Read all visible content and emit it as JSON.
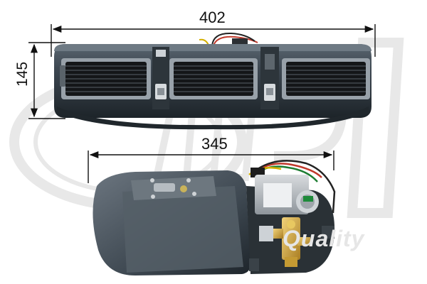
{
  "dimensions": {
    "width": "402",
    "height": "145",
    "depth": "345"
  },
  "watermark": {
    "text": "Quality"
  },
  "colors": {
    "unit_body": "#3c4650",
    "unit_shadow": "#222a31",
    "vent": "#141618",
    "frame": "#9aa3ab",
    "watermark": "#e6e6e6",
    "dimension_line": "#111111"
  }
}
